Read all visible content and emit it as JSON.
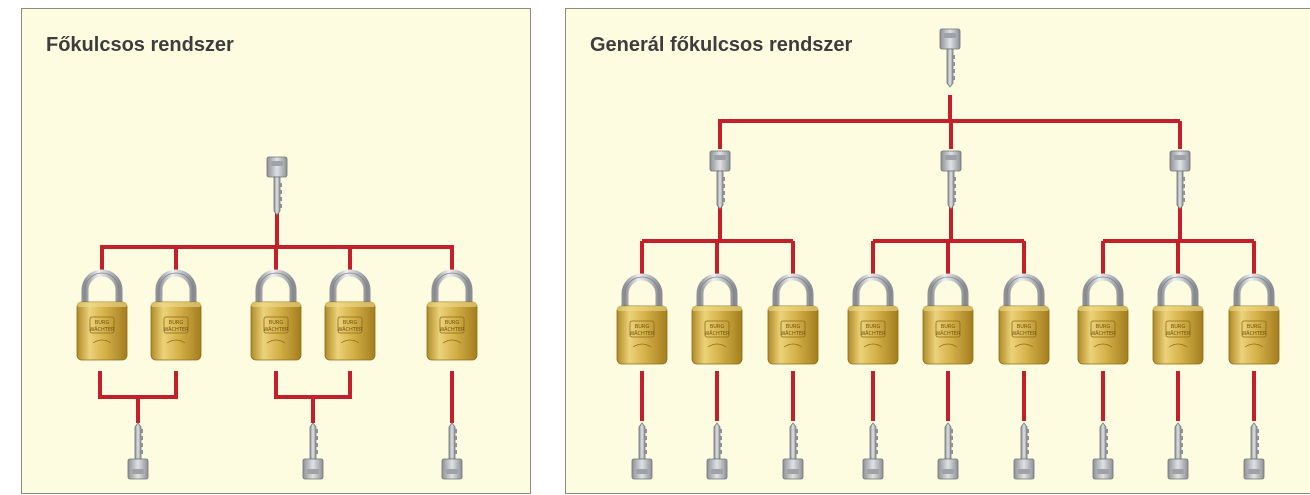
{
  "panels": [
    {
      "id": "left",
      "title": "Főkulcsos rendszer"
    },
    {
      "id": "right",
      "title": "Generál főkulcsos rendszer"
    }
  ],
  "lock_brand": [
    "BURG",
    "WÄCHTER"
  ],
  "colors": {
    "panel_background": "#fdfbe0",
    "panel_border": "#8a8a80",
    "wire": "#c3202b",
    "brass": "#d9b64a",
    "shackle": "#c9ccd0",
    "key": "#b8bcc0",
    "title": "#3d3d3d"
  },
  "icons": {
    "padlock": "padlock-icon",
    "key": "key-icon"
  }
}
